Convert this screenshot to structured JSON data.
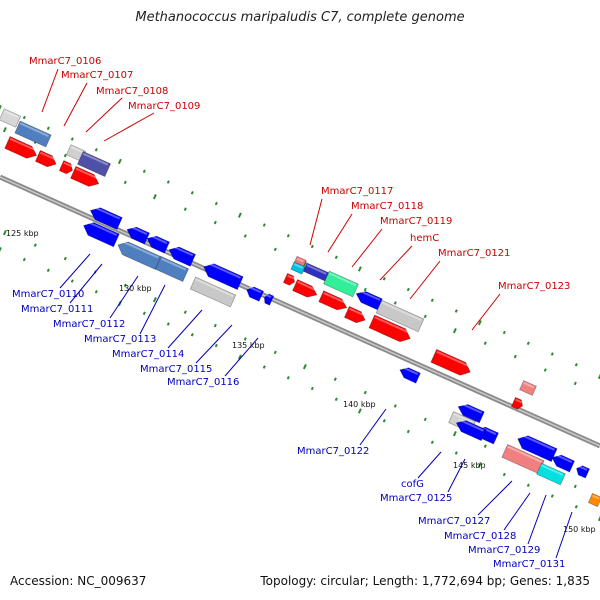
{
  "title": "Methanococcus maripaludis C7, complete genome",
  "footer": {
    "accession": "Accession: NC_009637",
    "topology": "Topology: circular; Length: 1,772,694 bp; Genes: 1,835"
  },
  "colors": {
    "forward": "#ff0000",
    "reverse": "#0000ff",
    "label_forward": "#cc0000",
    "label_reverse": "#0000bb",
    "backbone": "#888888",
    "tick": "#2e8b2e"
  },
  "ticks": [
    "125 kbp",
    "130 kbp",
    "135 kbp",
    "140 kbp",
    "145 kbp",
    "150 kbp"
  ],
  "labels_forward": [
    "MmarC7_0106",
    "MmarC7_0107",
    "MmarC7_0108",
    "MmarC7_0109",
    "MmarC7_0117",
    "MmarC7_0118",
    "MmarC7_0119",
    "hemC",
    "MmarC7_0121",
    "MmarC7_0123"
  ],
  "labels_reverse": [
    "MmarC7_0110",
    "MmarC7_0111",
    "MmarC7_0112",
    "MmarC7_0113",
    "MmarC7_0114",
    "MmarC7_0115",
    "MmarC7_0116",
    "MmarC7_0122",
    "cofG",
    "MmarC7_0125",
    "MmarC7_0127",
    "MmarC7_0128",
    "MmarC7_0129",
    "MmarC7_0131"
  ]
}
